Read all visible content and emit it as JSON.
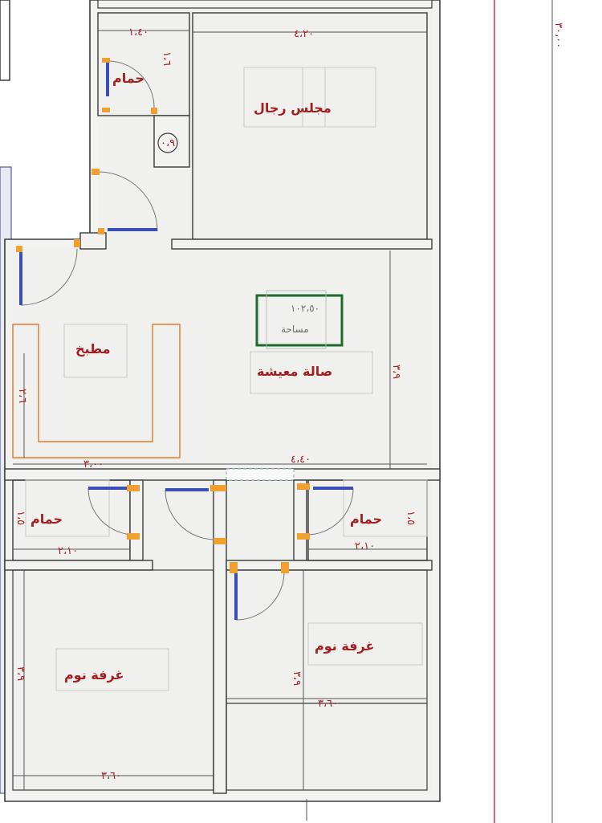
{
  "rooms": {
    "men_majlis": "مجلس رجال",
    "bath_top": "حمام",
    "kitchen": "مطبخ",
    "living": "صالة معيشة",
    "bath_left": "حمام",
    "bath_right": "حمام",
    "bedroom_left": "غرفة نوم",
    "bedroom_right": "غرفة نوم"
  },
  "dimensions": {
    "bath_top_width": "١،٤٠",
    "bath_top_height": "١،٦",
    "majlis_width": "٤،٢٠",
    "kitchen_height": "٢،٦",
    "kitchen_width": "٣،٠٠",
    "living_width": "٤،٤٠",
    "living_height": "٣،٩",
    "bath_left_width": "٢،١٠",
    "bath_left_height": "١،٥",
    "bath_right_width": "٢،١٠",
    "bath_right_height": "١،٥",
    "bedroom_left_height": "٣،٩",
    "bedroom_left_width": "٣،٦٠",
    "bedroom_right_height": "٣،٩",
    "bedroom_right_width": "٣،٦٠",
    "overall_right": "٣٠،٠٠",
    "duct": "٠،٩"
  },
  "area_stamp": {
    "value": "١٠٢،٥٠",
    "label": "مساحة",
    "color": "#1f6b2e"
  },
  "colors": {
    "text": "#a51e1e",
    "door": "#3a4fb5",
    "jamb": "#f0a030",
    "border_line": "#c03030"
  }
}
